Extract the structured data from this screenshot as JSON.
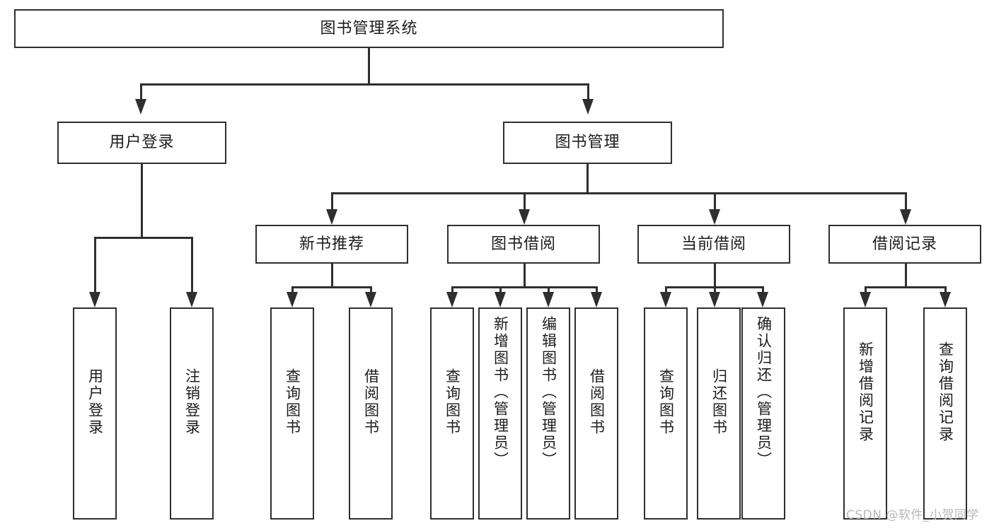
{
  "diagram": {
    "title": "图书管理系统",
    "type": "tree-hierarchy",
    "root": {
      "label": "图书管理系统"
    },
    "level2": [
      {
        "label": "用户登录"
      },
      {
        "label": "图书管理"
      }
    ],
    "level3": [
      {
        "label": "新书推荐"
      },
      {
        "label": "图书借阅"
      },
      {
        "label": "当前借阅"
      },
      {
        "label": "借阅记录"
      }
    ],
    "leaves": {
      "user_login": [
        {
          "label": "用户登录"
        },
        {
          "label": "注销登录"
        }
      ],
      "new_book_recommend": [
        {
          "label": "查询图书"
        },
        {
          "label": "借阅图书"
        }
      ],
      "book_borrow": [
        {
          "label": "查询图书"
        },
        {
          "label": "新增图书（管理员）"
        },
        {
          "label": "编辑图书（管理员）"
        },
        {
          "label": "借阅图书"
        }
      ],
      "current_borrow": [
        {
          "label": "查询图书"
        },
        {
          "label": "归还图书"
        },
        {
          "label": "确认归还（管理员）"
        }
      ],
      "borrow_record": [
        {
          "label": "新增借阅记录"
        },
        {
          "label": "查询借阅记录"
        }
      ]
    }
  },
  "watermark": {
    "text": "CSDN @软件_小贺同学"
  },
  "colors": {
    "border": "#2f2f2f",
    "box_fill": "#ffffff",
    "text": "#1c1c1c",
    "background": "#fefefe",
    "watermark": "#b9b9b9"
  }
}
